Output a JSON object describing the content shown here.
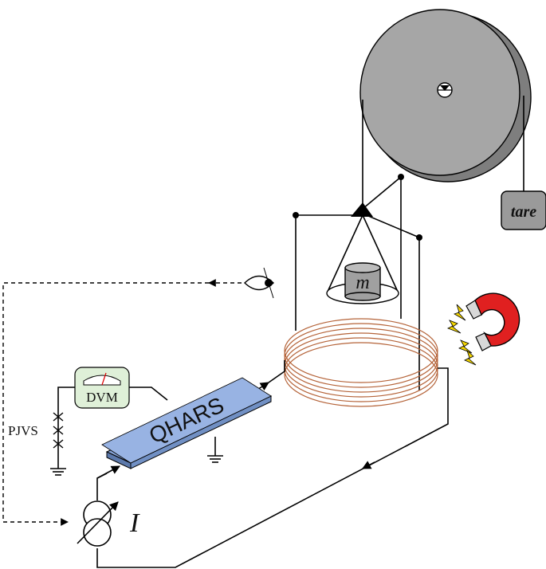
{
  "labels": {
    "pjvs": "PJVS",
    "dvm": "DVM",
    "qhars": "QHARS",
    "current_source": "I",
    "mass": "m",
    "tare": "tare"
  },
  "colors": {
    "wheel": "#a6a6a6",
    "wheel_edge": "#7a7a7a",
    "qhars_bar": "#98b3e3",
    "dvm_box": "#dff0d8",
    "coil": "#b5643a",
    "magnet_red": "#e02020",
    "magnet_poles": "#d8d8d8",
    "spark": "#f2d400",
    "mass_fill": "#a0a0a0",
    "tare_fill": "#9a9a9a"
  },
  "icons": [
    "eye-icon",
    "magnet-icon",
    "ground-icon",
    "josephson-junction-icon",
    "current-source-icon",
    "pulley-wheel-icon"
  ]
}
